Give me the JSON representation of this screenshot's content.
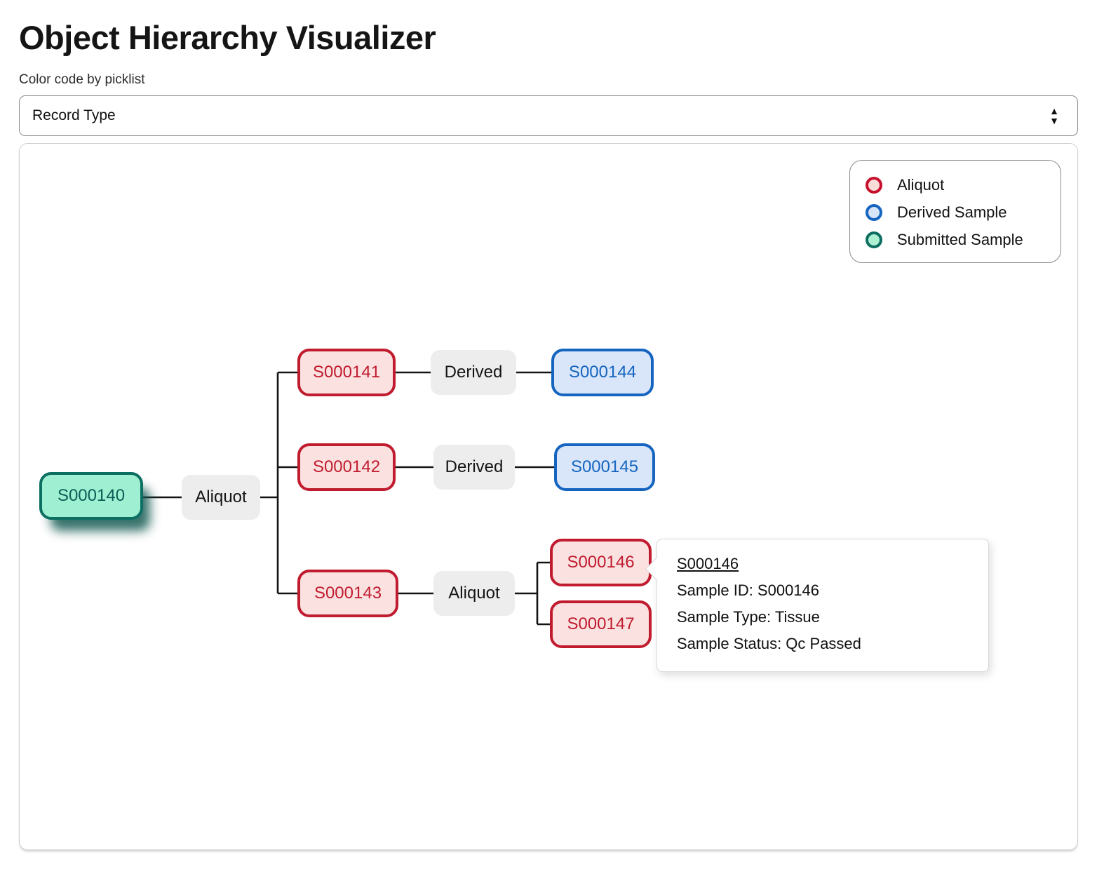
{
  "page": {
    "title": "Object Hierarchy Visualizer"
  },
  "picklist": {
    "label": "Color code by picklist",
    "selected_option": "Record Type"
  },
  "legend": {
    "items": [
      {
        "label": "Aliquot",
        "stroke": "#c8102e",
        "fill": "#fadcd9"
      },
      {
        "label": "Derived Sample",
        "stroke": "#1565c0",
        "fill": "#d6e4f7"
      },
      {
        "label": "Submitted Sample",
        "stroke": "#0d6e62",
        "fill": "#aef0d3"
      }
    ]
  },
  "tree": {
    "nodes": [
      {
        "id": "S000140",
        "record_type": "Submitted Sample",
        "selected": true
      },
      {
        "id": "S000141",
        "record_type": "Aliquot"
      },
      {
        "id": "S000142",
        "record_type": "Aliquot"
      },
      {
        "id": "S000143",
        "record_type": "Aliquot"
      },
      {
        "id": "S000144",
        "record_type": "Derived Sample"
      },
      {
        "id": "S000145",
        "record_type": "Derived Sample"
      },
      {
        "id": "S000146",
        "record_type": "Aliquot"
      },
      {
        "id": "S000147",
        "record_type": "Aliquot"
      }
    ],
    "edges": [
      {
        "source": "S000140",
        "label": "Aliquot",
        "targets": [
          "S000141",
          "S000142",
          "S000143"
        ]
      },
      {
        "source": "S000141",
        "label": "Derived",
        "targets": [
          "S000144"
        ]
      },
      {
        "source": "S000142",
        "label": "Derived",
        "targets": [
          "S000145"
        ]
      },
      {
        "source": "S000143",
        "label": "Aliquot",
        "targets": [
          "S000146",
          "S000147"
        ]
      }
    ]
  },
  "tooltip": {
    "title": "S000146",
    "lines": [
      "Sample ID: S000146",
      "Sample Type: Tissue",
      "Sample Status: Qc Passed"
    ]
  },
  "colors": {
    "aliquot_stroke": "#c01b2e",
    "aliquot_fill": "#fbe2e1",
    "derived_stroke": "#1565c0",
    "derived_fill": "#d9e6f9",
    "submitted_stroke": "#0d6e62",
    "submitted_fill": "#9ff0d2",
    "edge_line": "#141414",
    "edge_label_bg": "#ededed"
  }
}
